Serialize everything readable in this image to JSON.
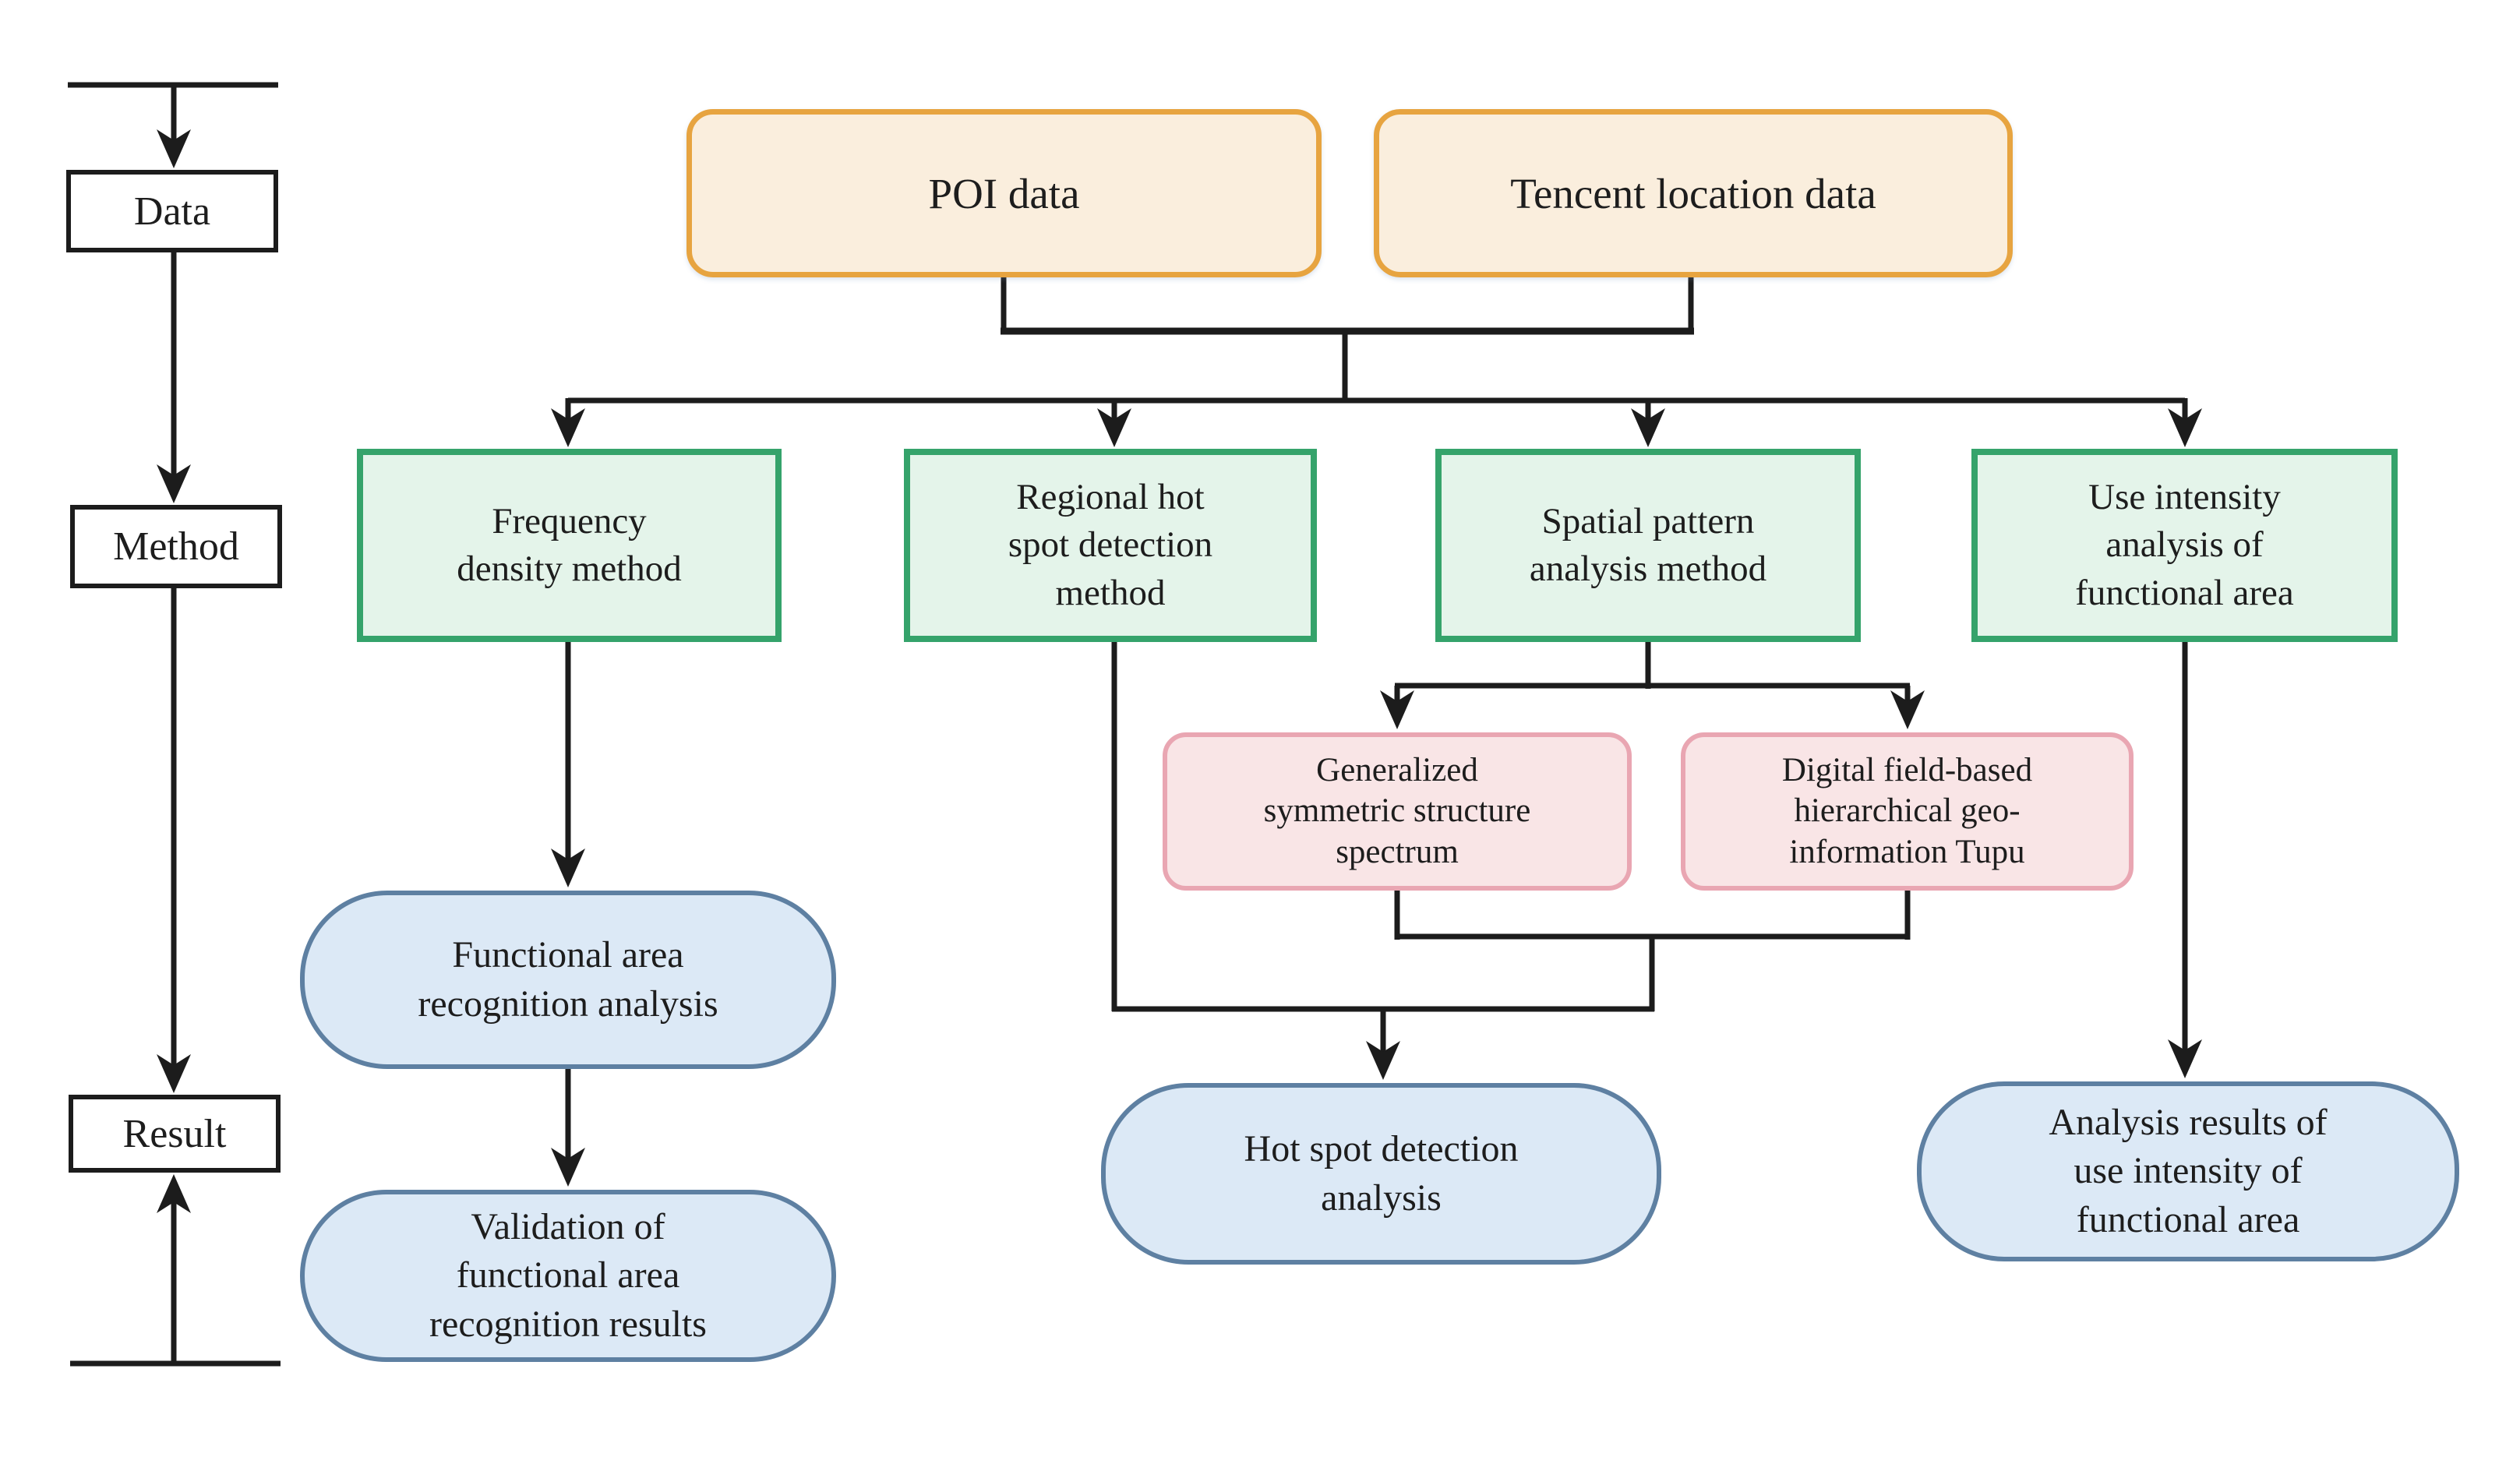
{
  "palette": {
    "line": "#1c1c1c",
    "text": "#1d1d1d",
    "orange-border": "#e7a440",
    "orange-fill": "#faeedd",
    "green-border": "#35a36b",
    "green-fill": "#e4f4ea",
    "pink-border": "#e9a6b2",
    "pink-fill": "#f9e5e6",
    "blue-border": "#5e80a2",
    "blue-fill": "#dce9f6"
  },
  "rail": {
    "data": "Data",
    "method": "Method",
    "result": "Result"
  },
  "nodes": {
    "poi": {
      "label": "POI data"
    },
    "tencent": {
      "label": "Tencent location data"
    },
    "frequency": {
      "label": "Frequency\ndensity method"
    },
    "regional": {
      "label": "Regional hot\nspot detection\nmethod"
    },
    "spatial": {
      "label": "Spatial pattern\nanalysis method"
    },
    "use_intensity": {
      "label": "Use intensity\nanalysis of\nfunctional area"
    },
    "gss": {
      "label": "Generalized\nsymmetric structure\nspectrum"
    },
    "tupu": {
      "label": "Digital field-based\nhierarchical geo-\ninformation Tupu"
    },
    "recognition": {
      "label": "Functional area\nrecognition analysis"
    },
    "validation": {
      "label": "Validation of\nfunctional area\nrecognition results"
    },
    "hotspot": {
      "label": "Hot spot detection\nanalysis"
    },
    "intensity_results": {
      "label": "Analysis results of\nuse intensity of\nfunctional area"
    }
  }
}
